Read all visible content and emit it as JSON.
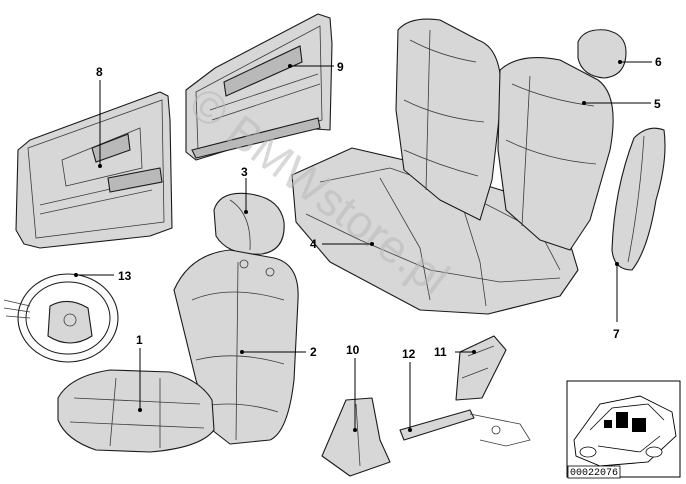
{
  "watermark": "© BMWstore.pl",
  "callouts": [
    {
      "id": "1",
      "label": "1"
    },
    {
      "id": "2",
      "label": "2"
    },
    {
      "id": "3",
      "label": "3"
    },
    {
      "id": "4",
      "label": "4"
    },
    {
      "id": "5",
      "label": "5"
    },
    {
      "id": "6",
      "label": "6"
    },
    {
      "id": "7",
      "label": "7"
    },
    {
      "id": "8",
      "label": "8"
    },
    {
      "id": "9",
      "label": "9"
    },
    {
      "id": "10",
      "label": "10"
    },
    {
      "id": "11",
      "label": "11"
    },
    {
      "id": "12",
      "label": "12"
    },
    {
      "id": "13",
      "label": "13"
    }
  ],
  "inset": {
    "diagram_number": "00022076"
  }
}
